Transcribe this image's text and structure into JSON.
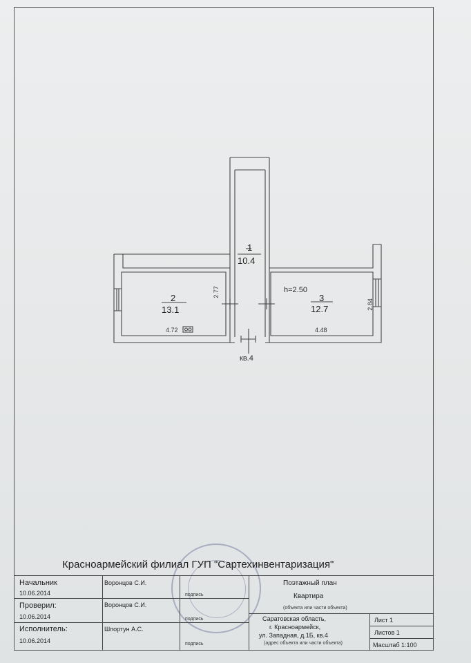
{
  "plan": {
    "rooms": [
      {
        "num": "1",
        "area": "10.4"
      },
      {
        "num": "2",
        "area": "13.1"
      },
      {
        "num": "3",
        "area": "12.7"
      }
    ],
    "dims": {
      "room2_height": "2.77",
      "room2_width": "4.72",
      "room3_width": "4.48",
      "room3_height": "2.84",
      "ceiling": "h=2.50"
    },
    "apartment_label": "кв.4"
  },
  "title_block": {
    "organization": "Красноармейский филиал ГУП \"Сартехинвентаризация\"",
    "rows": [
      {
        "role": "Начальник",
        "date": "10.06.2014",
        "name": "Воронцов С.И."
      },
      {
        "role": "Проверил:",
        "date": "10.06.2014",
        "name": "Воронцов С.И."
      },
      {
        "role": "Исполнитель:",
        "date": "10.06.2014",
        "name": "Шпортун А.С."
      }
    ],
    "sign_caption": "подпись",
    "plan_type": "Поэтажный план",
    "object": "Квартира",
    "object_caption": "(объекта или части объекта)",
    "address_lines": [
      "Саратовская область,",
      "г. Красноармейск,",
      "ул. Западная, д.1Б, кв.4"
    ],
    "address_caption": "(адрес объекта или части объекта)",
    "sheet": "Лист  1",
    "sheets": "Листов  1",
    "scale": "Масштаб 1:100"
  }
}
